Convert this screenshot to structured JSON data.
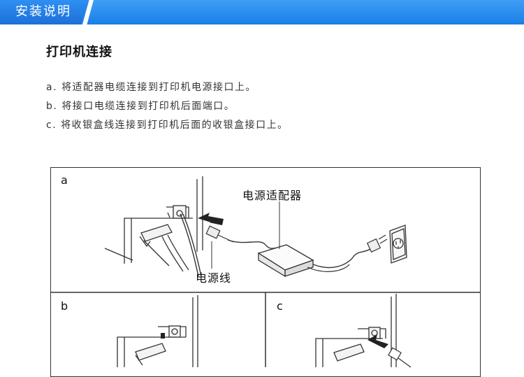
{
  "header": {
    "title": "安装说明"
  },
  "section": {
    "title": "打印机连接",
    "steps": [
      "a. 将适配器电缆连接到打印机电源接口上。",
      "b. 将接口电缆连接到打印机后面端口。",
      "c. 将收银盒线连接到打印机后面的收银盒接口上。"
    ]
  },
  "figure": {
    "panel_a": {
      "label": "a",
      "adapter_callout": "电源适配器",
      "cable_callout": "电源线"
    },
    "panel_b": {
      "label": "b"
    },
    "panel_c": {
      "label": "c"
    }
  }
}
